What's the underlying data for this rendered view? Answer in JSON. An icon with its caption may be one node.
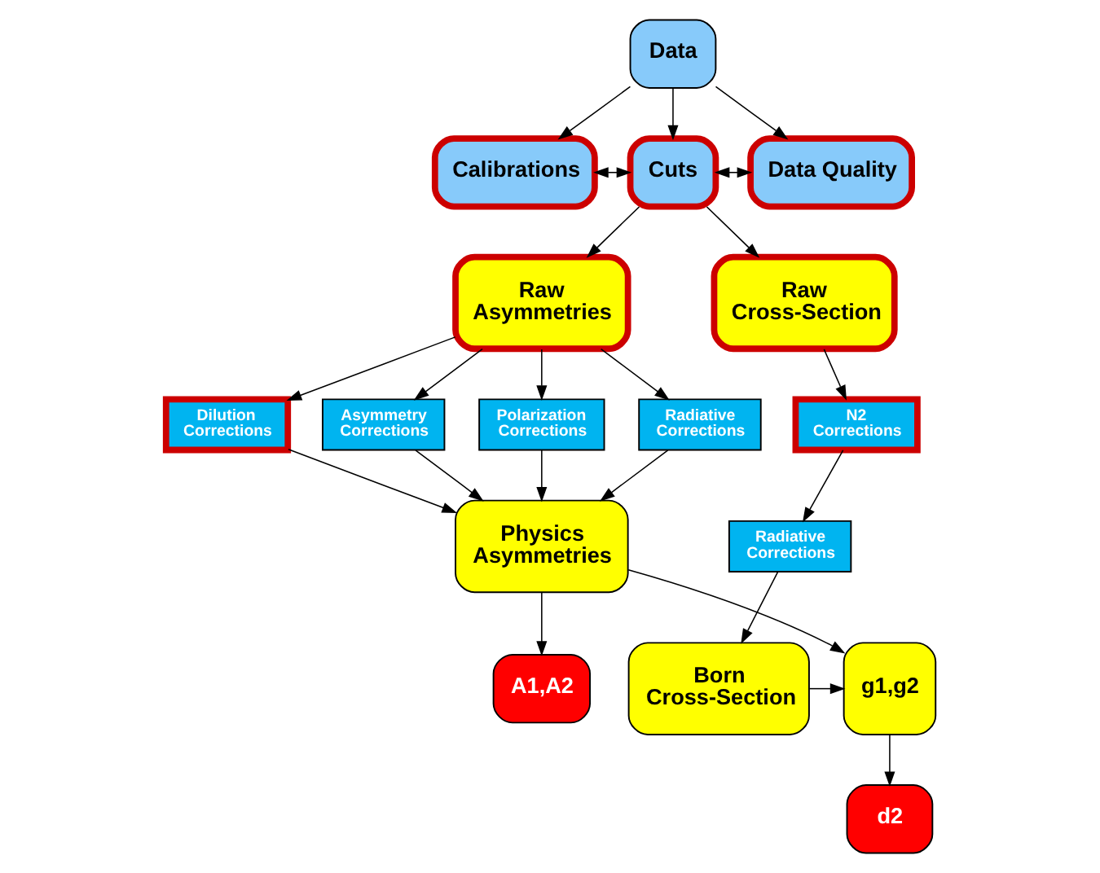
{
  "diagram": {
    "nodes": [
      {
        "text": [
          "Data"
        ]
      },
      {
        "text": [
          "Calibrations"
        ]
      },
      {
        "text": [
          "Cuts"
        ]
      },
      {
        "text": [
          "Data Quality"
        ]
      },
      {
        "text": [
          "Raw Asymmetries"
        ]
      },
      {
        "text": [
          "Raw Cross-Section"
        ]
      },
      {
        "text": [
          "Dilution Corrections"
        ]
      },
      {
        "text": [
          "Asymmetry Corrections"
        ]
      },
      {
        "text": [
          "Polarization Corrections"
        ]
      },
      {
        "text": [
          "Radiative Corrections"
        ]
      },
      {
        "text": [
          "N2 Corrections"
        ]
      },
      {
        "text": [
          "Radiative Corrections"
        ]
      },
      {
        "text": [
          "Physics Asymmetries"
        ]
      },
      {
        "text": [
          "Born Cross-Section"
        ]
      },
      {
        "text": [
          "A1,A2"
        ]
      },
      {
        "text": [
          "g1,g2"
        ]
      },
      {
        "text": [
          "d2"
        ]
      }
    ],
    "edges": [
      {
        "from": 0,
        "to": 1,
        "arrow": "to"
      },
      {
        "from": 0,
        "to": 2,
        "arrow": "to"
      },
      {
        "from": 0,
        "to": 3,
        "arrow": "to"
      },
      {
        "from": 1,
        "to": 2,
        "arrow": "both"
      },
      {
        "from": 2,
        "to": 3,
        "arrow": "both"
      },
      {
        "from": 2,
        "to": 4,
        "arrow": "to"
      },
      {
        "from": 2,
        "to": 5,
        "arrow": "to"
      },
      {
        "from": 4,
        "to": 6,
        "arrow": "to"
      },
      {
        "from": 4,
        "to": 7,
        "arrow": "to"
      },
      {
        "from": 4,
        "to": 8,
        "arrow": "to"
      },
      {
        "from": 4,
        "to": 9,
        "arrow": "to"
      },
      {
        "from": 6,
        "to": 12,
        "arrow": "to"
      },
      {
        "from": 7,
        "to": 12,
        "arrow": "to"
      },
      {
        "from": 8,
        "to": 12,
        "arrow": "to"
      },
      {
        "from": 9,
        "to": 12,
        "arrow": "to"
      },
      {
        "from": 5,
        "to": 10,
        "arrow": "to"
      },
      {
        "from": 10,
        "to": 11,
        "arrow": "to"
      },
      {
        "from": 11,
        "to": 13,
        "arrow": "to"
      },
      {
        "from": 12,
        "to": 14,
        "arrow": "to"
      },
      {
        "from": 12,
        "to": 15,
        "arrow": "to"
      },
      {
        "from": 13,
        "to": 15,
        "arrow": "to"
      },
      {
        "from": 15,
        "to": 16,
        "arrow": "to"
      }
    ]
  }
}
